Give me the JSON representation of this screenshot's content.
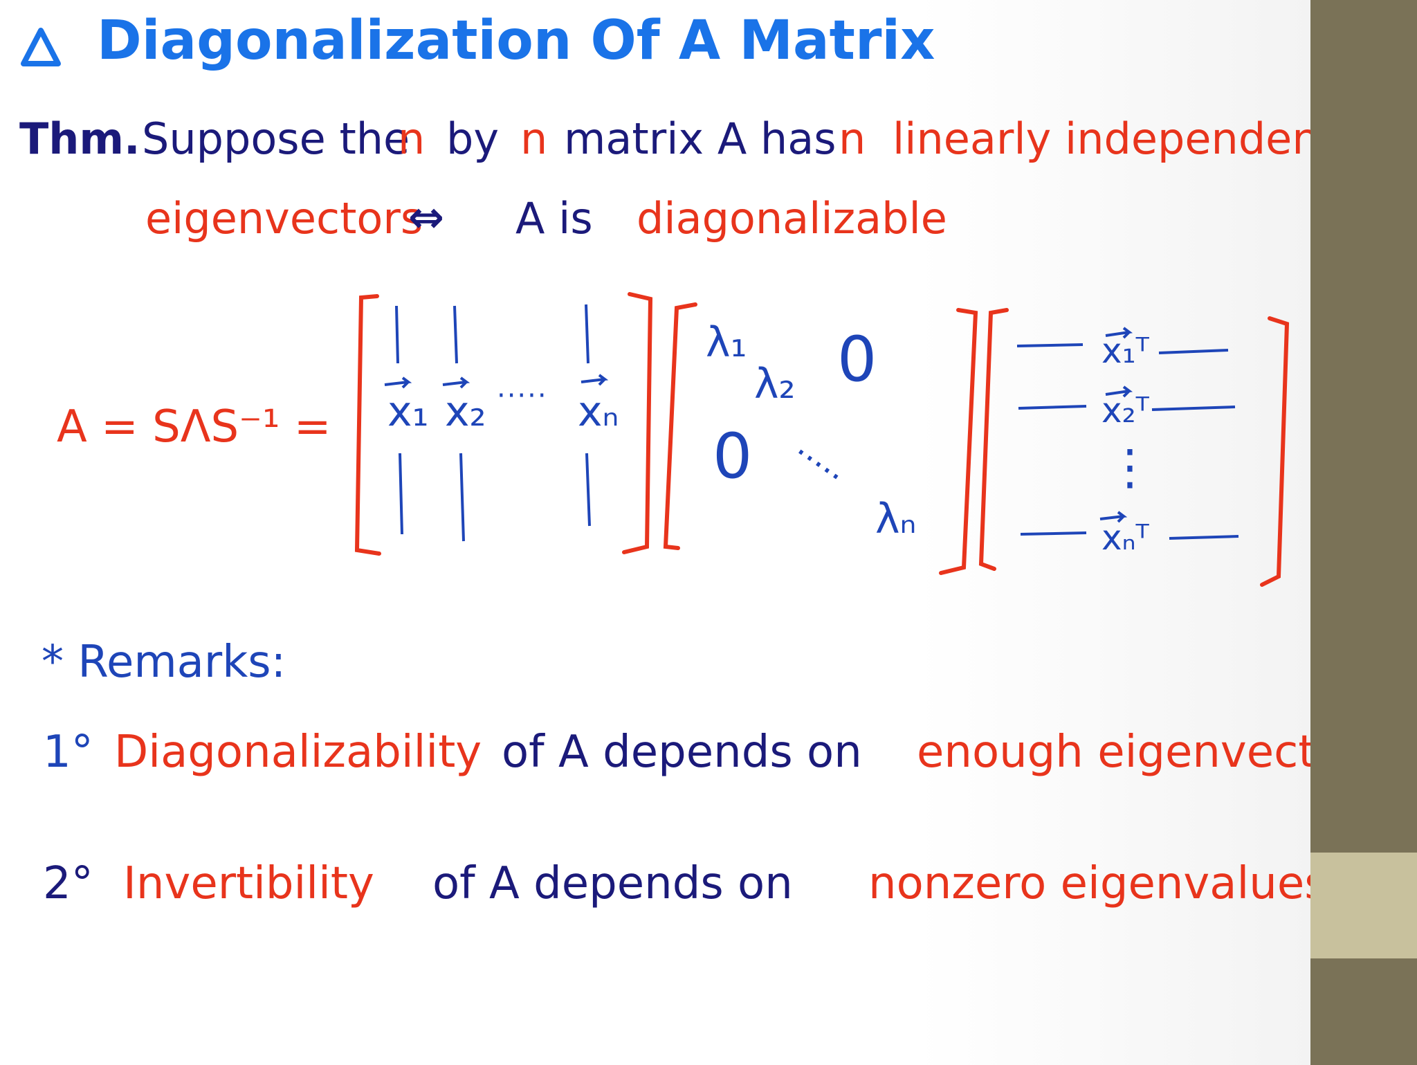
{
  "colors": {
    "title": "#1a73e8",
    "dark": "#1b1a7a",
    "red": "#e8341c",
    "blue": "#1e45b8",
    "sidebar_top": "#7a7257",
    "sidebar_mid": "#c8c19d",
    "sidebar_bot": "#7a7257"
  },
  "title": {
    "icon": "triangle-icon",
    "text": "Diagonalization Of A Matrix"
  },
  "theorem": {
    "label": "Thm.",
    "w1": "Suppose the",
    "n1": "n",
    "by": "by",
    "n2": "n",
    "w2": "matrix A has",
    "n3": "n",
    "li": "linearly independent",
    "eig": "eigenvectors",
    "iff": "⇔",
    "ais": "A is",
    "diag": "diagonalizable"
  },
  "equation": {
    "lhs": "A = SΛS⁻¹ =",
    "s_cols": [
      "x₁",
      "x₂",
      "xₙ"
    ],
    "s_dots": "·····",
    "lambdas": [
      "λ₁",
      "λ₂",
      "λₙ"
    ],
    "zero_upper": "0",
    "zero_lower": "0",
    "diag_dots": "·····",
    "inv_rows": [
      "x₁ᵀ",
      "x₂ᵀ",
      "xₙᵀ"
    ],
    "inv_dots": "⋮"
  },
  "remarks": {
    "heading": "* Remarks:",
    "items": [
      {
        "num": "1°",
        "key": "Diagonalizability",
        "mid": "of A depends on",
        "tail": "enough eigenvectors"
      },
      {
        "num": "2°",
        "key": "Invertibility",
        "mid": "of A depends on",
        "tail": "nonzero eigenvalues"
      }
    ]
  }
}
